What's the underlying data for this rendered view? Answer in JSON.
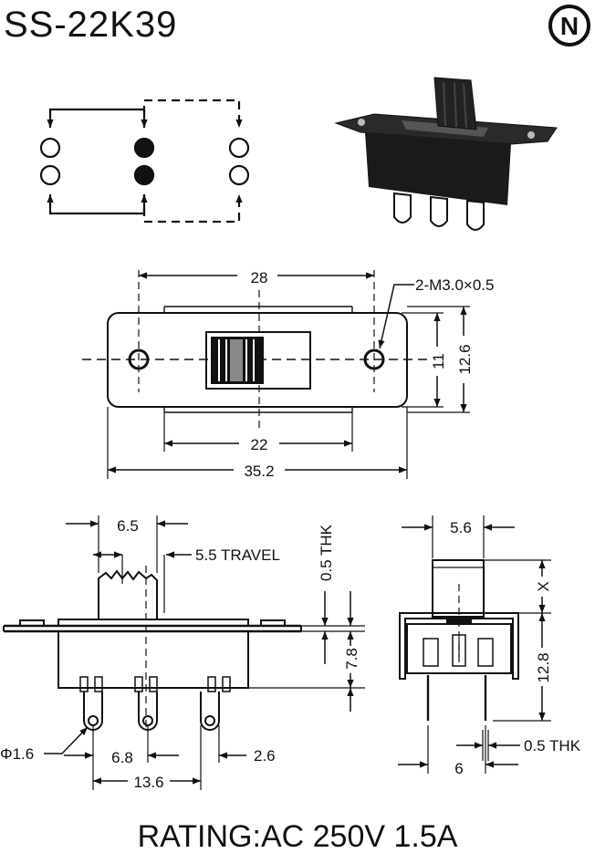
{
  "title": "SS-22K39",
  "logo_letter": "N",
  "rating": "RATING:AC 250V 1.5A",
  "top_view": {
    "dim_28": "28",
    "dim_22": "22",
    "dim_35_2": "35.2",
    "dim_11": "11",
    "dim_12_6": "12.6",
    "screw_note": "2-M3.0×0.5"
  },
  "side_view": {
    "dim_6_5": "6.5",
    "travel": "5.5 TRAVEL",
    "thk_top": "0.5 THK",
    "dim_7_8": "7.8",
    "dim_phi": "Φ1.6",
    "dim_6_8": "6.8",
    "dim_2_6": "2.6",
    "dim_13_6": "13.6"
  },
  "end_view": {
    "dim_5_6": "5.6",
    "dim_x": "X",
    "dim_12_8": "12.8",
    "dim_6": "6",
    "thk_bottom": "0.5 THK"
  },
  "colors": {
    "ink": "#111111",
    "paper": "#ffffff"
  }
}
